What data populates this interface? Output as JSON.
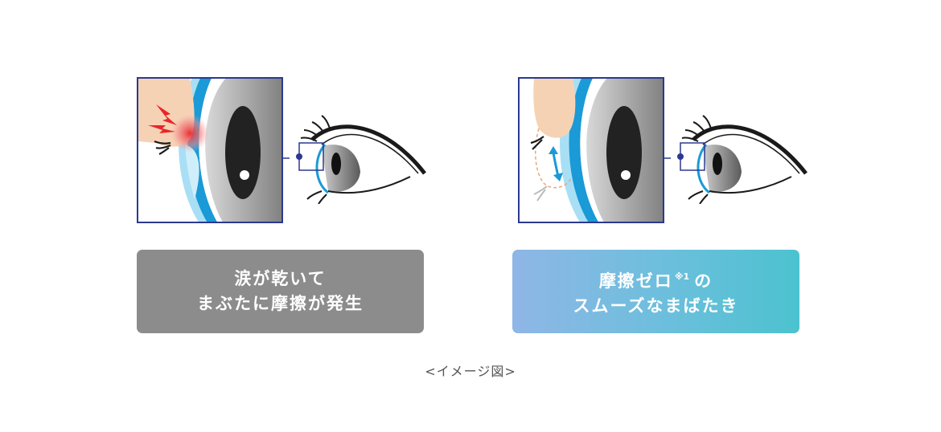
{
  "panels": [
    {
      "id": "dry",
      "caption_line1": "涙が乾いて",
      "caption_line2": "まぶたに摩擦が発生",
      "caption_color": "#8c8c8c"
    },
    {
      "id": "smooth",
      "caption_line1_main": "摩擦ゼロ",
      "caption_line1_sup": "※1",
      "caption_line1_tail": "の",
      "caption_line2": "スムーズなまばたき",
      "caption_gradient": [
        "#8fb6e6",
        "#4cc2cf"
      ]
    }
  ],
  "footnote": "<イメージ図>",
  "colors": {
    "lens_blue": "#1a9ad6",
    "light_blue": "#a9dff5",
    "frame_navy": "#2b3990",
    "skin": "#f6d2b5",
    "friction_red": "#e8262a"
  },
  "icons": [
    "lightning-icon",
    "double-arrow-icon",
    "eye-profile-icon"
  ]
}
